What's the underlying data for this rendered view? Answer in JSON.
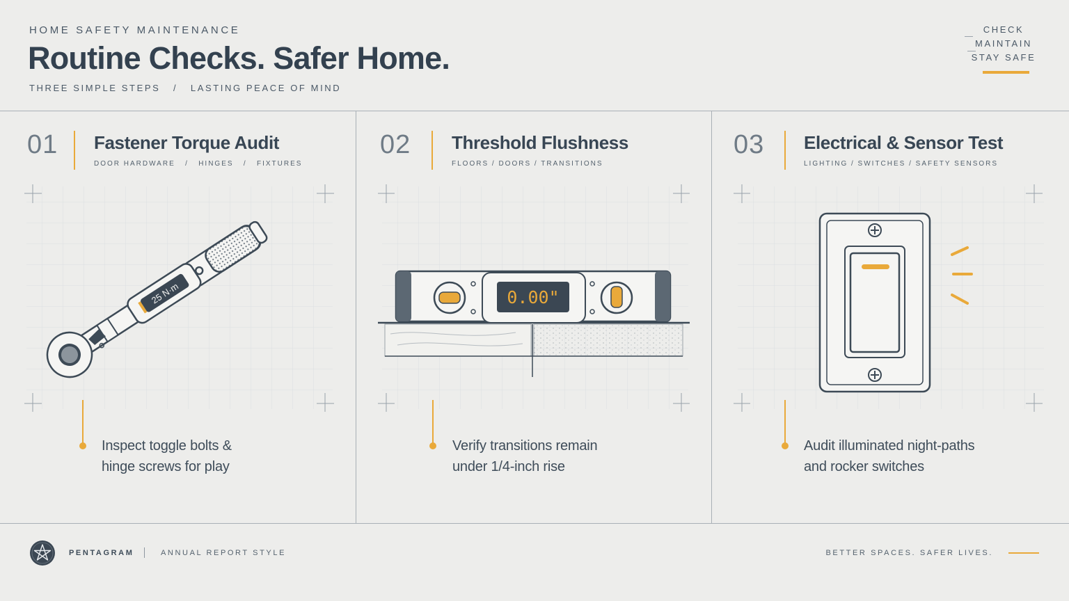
{
  "header": {
    "eyebrow": "HOME SAFETY MAINTENANCE",
    "title": "Routine Checks. Safer Home.",
    "subtitle": "THREE SIMPLE STEPS   /   LASTING PEACE OF MIND",
    "motto": [
      "CHECK",
      "MAINTAIN",
      "STAY SAFE"
    ]
  },
  "steps": [
    {
      "number": "01",
      "title": "Fastener Torque Audit",
      "tags": "DOOR HARDWARE   /   HINGES   /   FIXTURES",
      "illustration": "torque-wrench-icon",
      "readout": "25 N·m",
      "description_lines": [
        "Inspect toggle bolts &",
        "hinge screws for play"
      ]
    },
    {
      "number": "02",
      "title": "Threshold Flushness",
      "tags": "FLOORS   /   DOORS   /   TRANSITIONS",
      "illustration": "spirit-level-icon",
      "readout": "0.00\"",
      "description_lines": [
        "Verify transitions remain",
        "under 1/4-inch rise"
      ]
    },
    {
      "number": "03",
      "title": "Electrical & Sensor Test",
      "tags": "LIGHTING   /   SWITCHES   /   SAFETY SENSORS",
      "illustration": "rocker-switch-icon",
      "description_lines": [
        "Audit illuminated night-paths",
        "and rocker switches"
      ]
    }
  ],
  "footer": {
    "brand": "PENTAGRAM",
    "style": "ANNUAL REPORT STYLE",
    "tagline": "BETTER SPACES. SAFER LIVES."
  },
  "colors": {
    "accent": "#e9a93a",
    "ink": "#344351",
    "background": "#ededeb",
    "rule": "#a9b0b6"
  }
}
